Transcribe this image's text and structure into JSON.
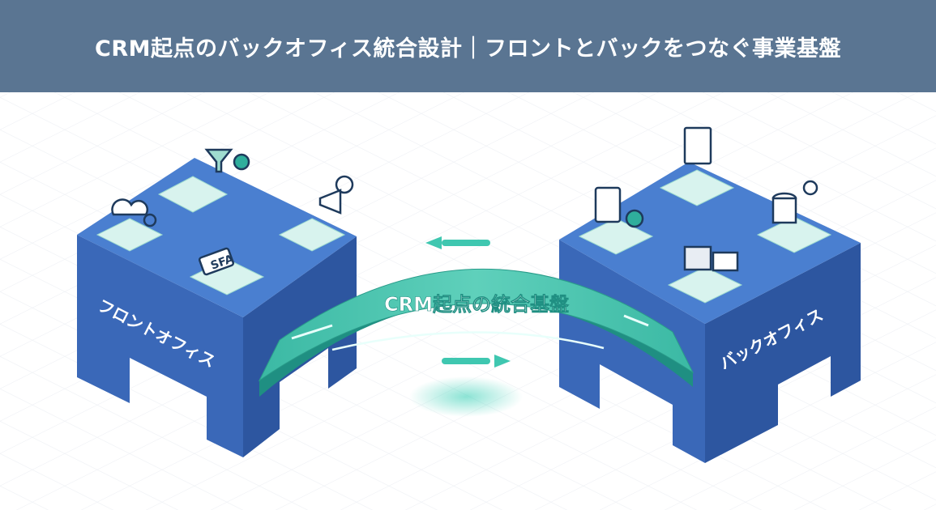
{
  "header": {
    "title": "CRM起点のバックオフィス統合設計｜フロントとバックをつなぐ事業基盤"
  },
  "bridge": {
    "label": "CRM起点の統合基盤"
  },
  "front_block": {
    "label": "フロントオフィス",
    "tiles": [
      {
        "icon": "funnel-icon"
      },
      {
        "icon": "cloud-user-gear-icon"
      },
      {
        "icon": "megaphone-target-icon"
      },
      {
        "icon": "sfa-tag-icon",
        "text": "SFA"
      }
    ]
  },
  "back_block": {
    "label": "バックオフィス",
    "tiles": [
      {
        "icon": "contract-stamp-icon"
      },
      {
        "icon": "calculator-money-icon"
      },
      {
        "icon": "database-gear-icon"
      },
      {
        "icon": "inventory-barcode-icon"
      }
    ]
  },
  "colors": {
    "header": "#5a7592",
    "block": "#3f6fc0",
    "teal": "#2fae9c",
    "tile": "#d8f3ee"
  }
}
